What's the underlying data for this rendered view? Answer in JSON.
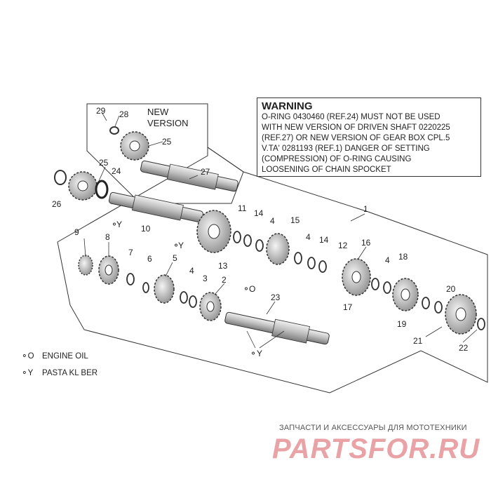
{
  "warning": {
    "title": "WARNING",
    "body": "O-RING 0430460 (REF.24) MUST NOT BE USED\nWITH NEW VERSION OF DRIVEN SHAFT 0220225\n(REF.27) OR NEW VERSION OF GEAR BOX CPL.5\nV.TA' 0281193 (REF.1) DANGER OF SETTING\n(COMPRESSION) OF O-RING CAUSING\nLOOSENING OF CHAIN SPOCKET"
  },
  "new_version_label": "NEW\nVERSION",
  "callouts": {
    "c1": "1",
    "c2": "2",
    "c3": "3",
    "c4": "4",
    "c5": "5",
    "c6": "6",
    "c7": "7",
    "c8": "8",
    "c9": "9",
    "c10": "10",
    "c11": "11",
    "c12": "12",
    "c13": "13",
    "c14": "14",
    "c15": "15",
    "c16": "16",
    "c17": "17",
    "c18": "18",
    "c19": "19",
    "c20": "20",
    "c21": "21",
    "c22": "22",
    "c23": "23",
    "c24": "24",
    "c25": "25",
    "c26": "26",
    "c27": "27",
    "c28": "28",
    "c29": "29"
  },
  "lube_marks": {
    "y": "Y",
    "o": "O"
  },
  "legend": [
    {
      "symbol": "O",
      "label": "ENGINE OIL"
    },
    {
      "symbol": "Y",
      "label": "PASTA KL BER"
    }
  ],
  "footer": {
    "tagline": "ЗАПЧАСТИ И АКСЕССУАРЫ ДЛЯ МОТОТЕХНИКИ",
    "logo": "PARTSFOR.RU"
  }
}
